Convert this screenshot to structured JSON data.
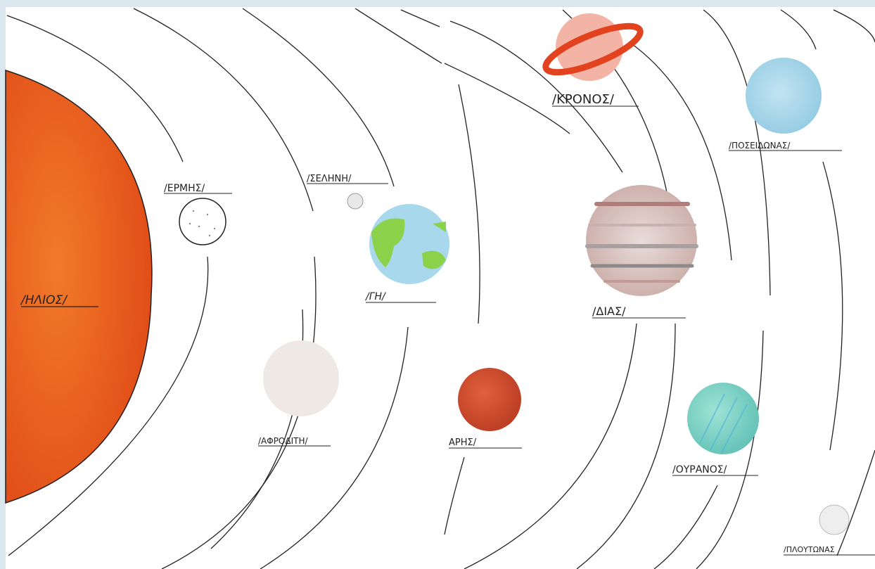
{
  "drawing": {
    "background": "#dbe7ef",
    "paper": "#ffffff",
    "labels": {
      "sun": "/ΗΛΙΟΣ/",
      "mercury": "/ΕΡΜΗΣ/",
      "moon": "/ΣΕΛΗΝΗ/",
      "earth": "/ΓΗ/",
      "venus": "/ΑΦΡΟΔΙΤΗ/",
      "mars": "ΑΡΗΣ/",
      "saturn": "/ΚΡΟΝΟΣ/",
      "jupiter": "/ΔΙΑΣ/",
      "neptune": "/ΠΟΣΕΙΔΩΝΑΣ/",
      "uranus": "/ΟΥΡΑΝΟΣ/",
      "pluto": "/ΠΛΟΥΤΩΝΑΣ"
    },
    "colors": {
      "sun": "#e8561a",
      "mercury": "#ffffff",
      "moon": "#e8e8e8",
      "earth_water": "#a8d8ec",
      "earth_land": "#8cd14a",
      "venus": "#efe9e6",
      "mars": "#cf4a2c",
      "saturn": "#f0a89a",
      "saturn_ring": "#e2421e",
      "jupiter": "#dcc8c4",
      "neptune": "#a9d7ec",
      "uranus": "#7fd6c8",
      "pluto": "#eeeeee"
    }
  }
}
